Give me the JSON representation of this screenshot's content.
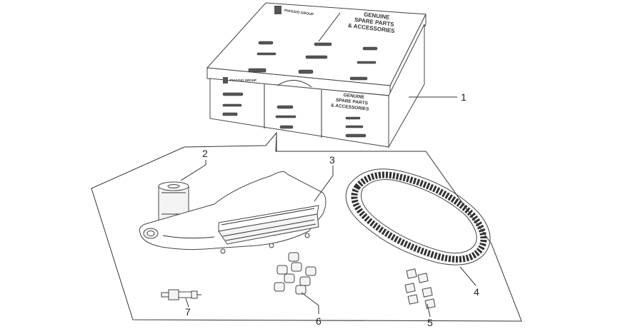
{
  "box": {
    "lid_brand": "PIAGGIO GROUP",
    "lid_title": [
      "GENUINE",
      "SPARE PARTS",
      "& ACCESSORIES"
    ],
    "front_brand": "PIAGGIO GROUP",
    "side_title": [
      "GENUINE",
      "SPARE PARTS",
      "& ACCESSORIES"
    ]
  },
  "callouts": [
    {
      "id": "1",
      "label": "1"
    },
    {
      "id": "2",
      "label": "2"
    },
    {
      "id": "3",
      "label": "3"
    },
    {
      "id": "4",
      "label": "4"
    },
    {
      "id": "5",
      "label": "5"
    },
    {
      "id": "6",
      "label": "6"
    },
    {
      "id": "7",
      "label": "7"
    }
  ],
  "colors": {
    "line": "#333333",
    "part_fill": "#f4f4f4",
    "background": "#ffffff"
  }
}
